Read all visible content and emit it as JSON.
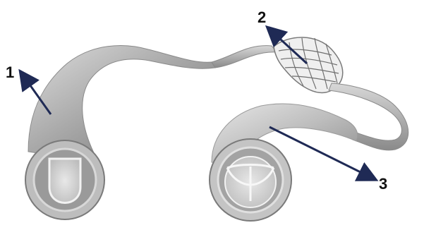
{
  "labels": {
    "artery": "1",
    "capillaries": "2",
    "vein": "3"
  },
  "colors": {
    "vessel_light": "#d9d9d9",
    "vessel_mid": "#a6a6a6",
    "vessel_dark": "#6f6f6f",
    "arrow": "#1f2a55",
    "label": "#111111"
  }
}
